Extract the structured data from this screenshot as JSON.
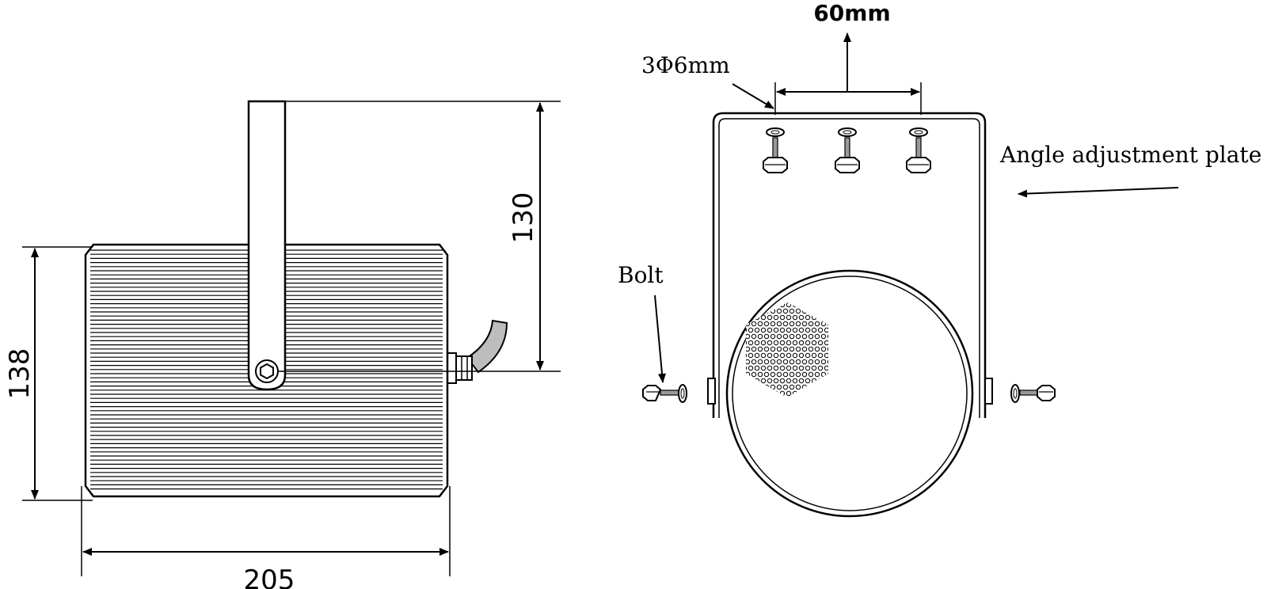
{
  "side_view": {
    "width_label": "205",
    "height_label": "138",
    "bracket_height_label": "130"
  },
  "front_view": {
    "hole_spacing_label": "60mm",
    "hole_spec_label": "3Φ6mm",
    "plate_label": "Angle adjustment plate",
    "bolt_label": "Bolt"
  },
  "colors": {
    "line": "#000000",
    "cable": "#bdbdbd",
    "bolt_shank": "#9a9a9a",
    "background": "#ffffff"
  }
}
